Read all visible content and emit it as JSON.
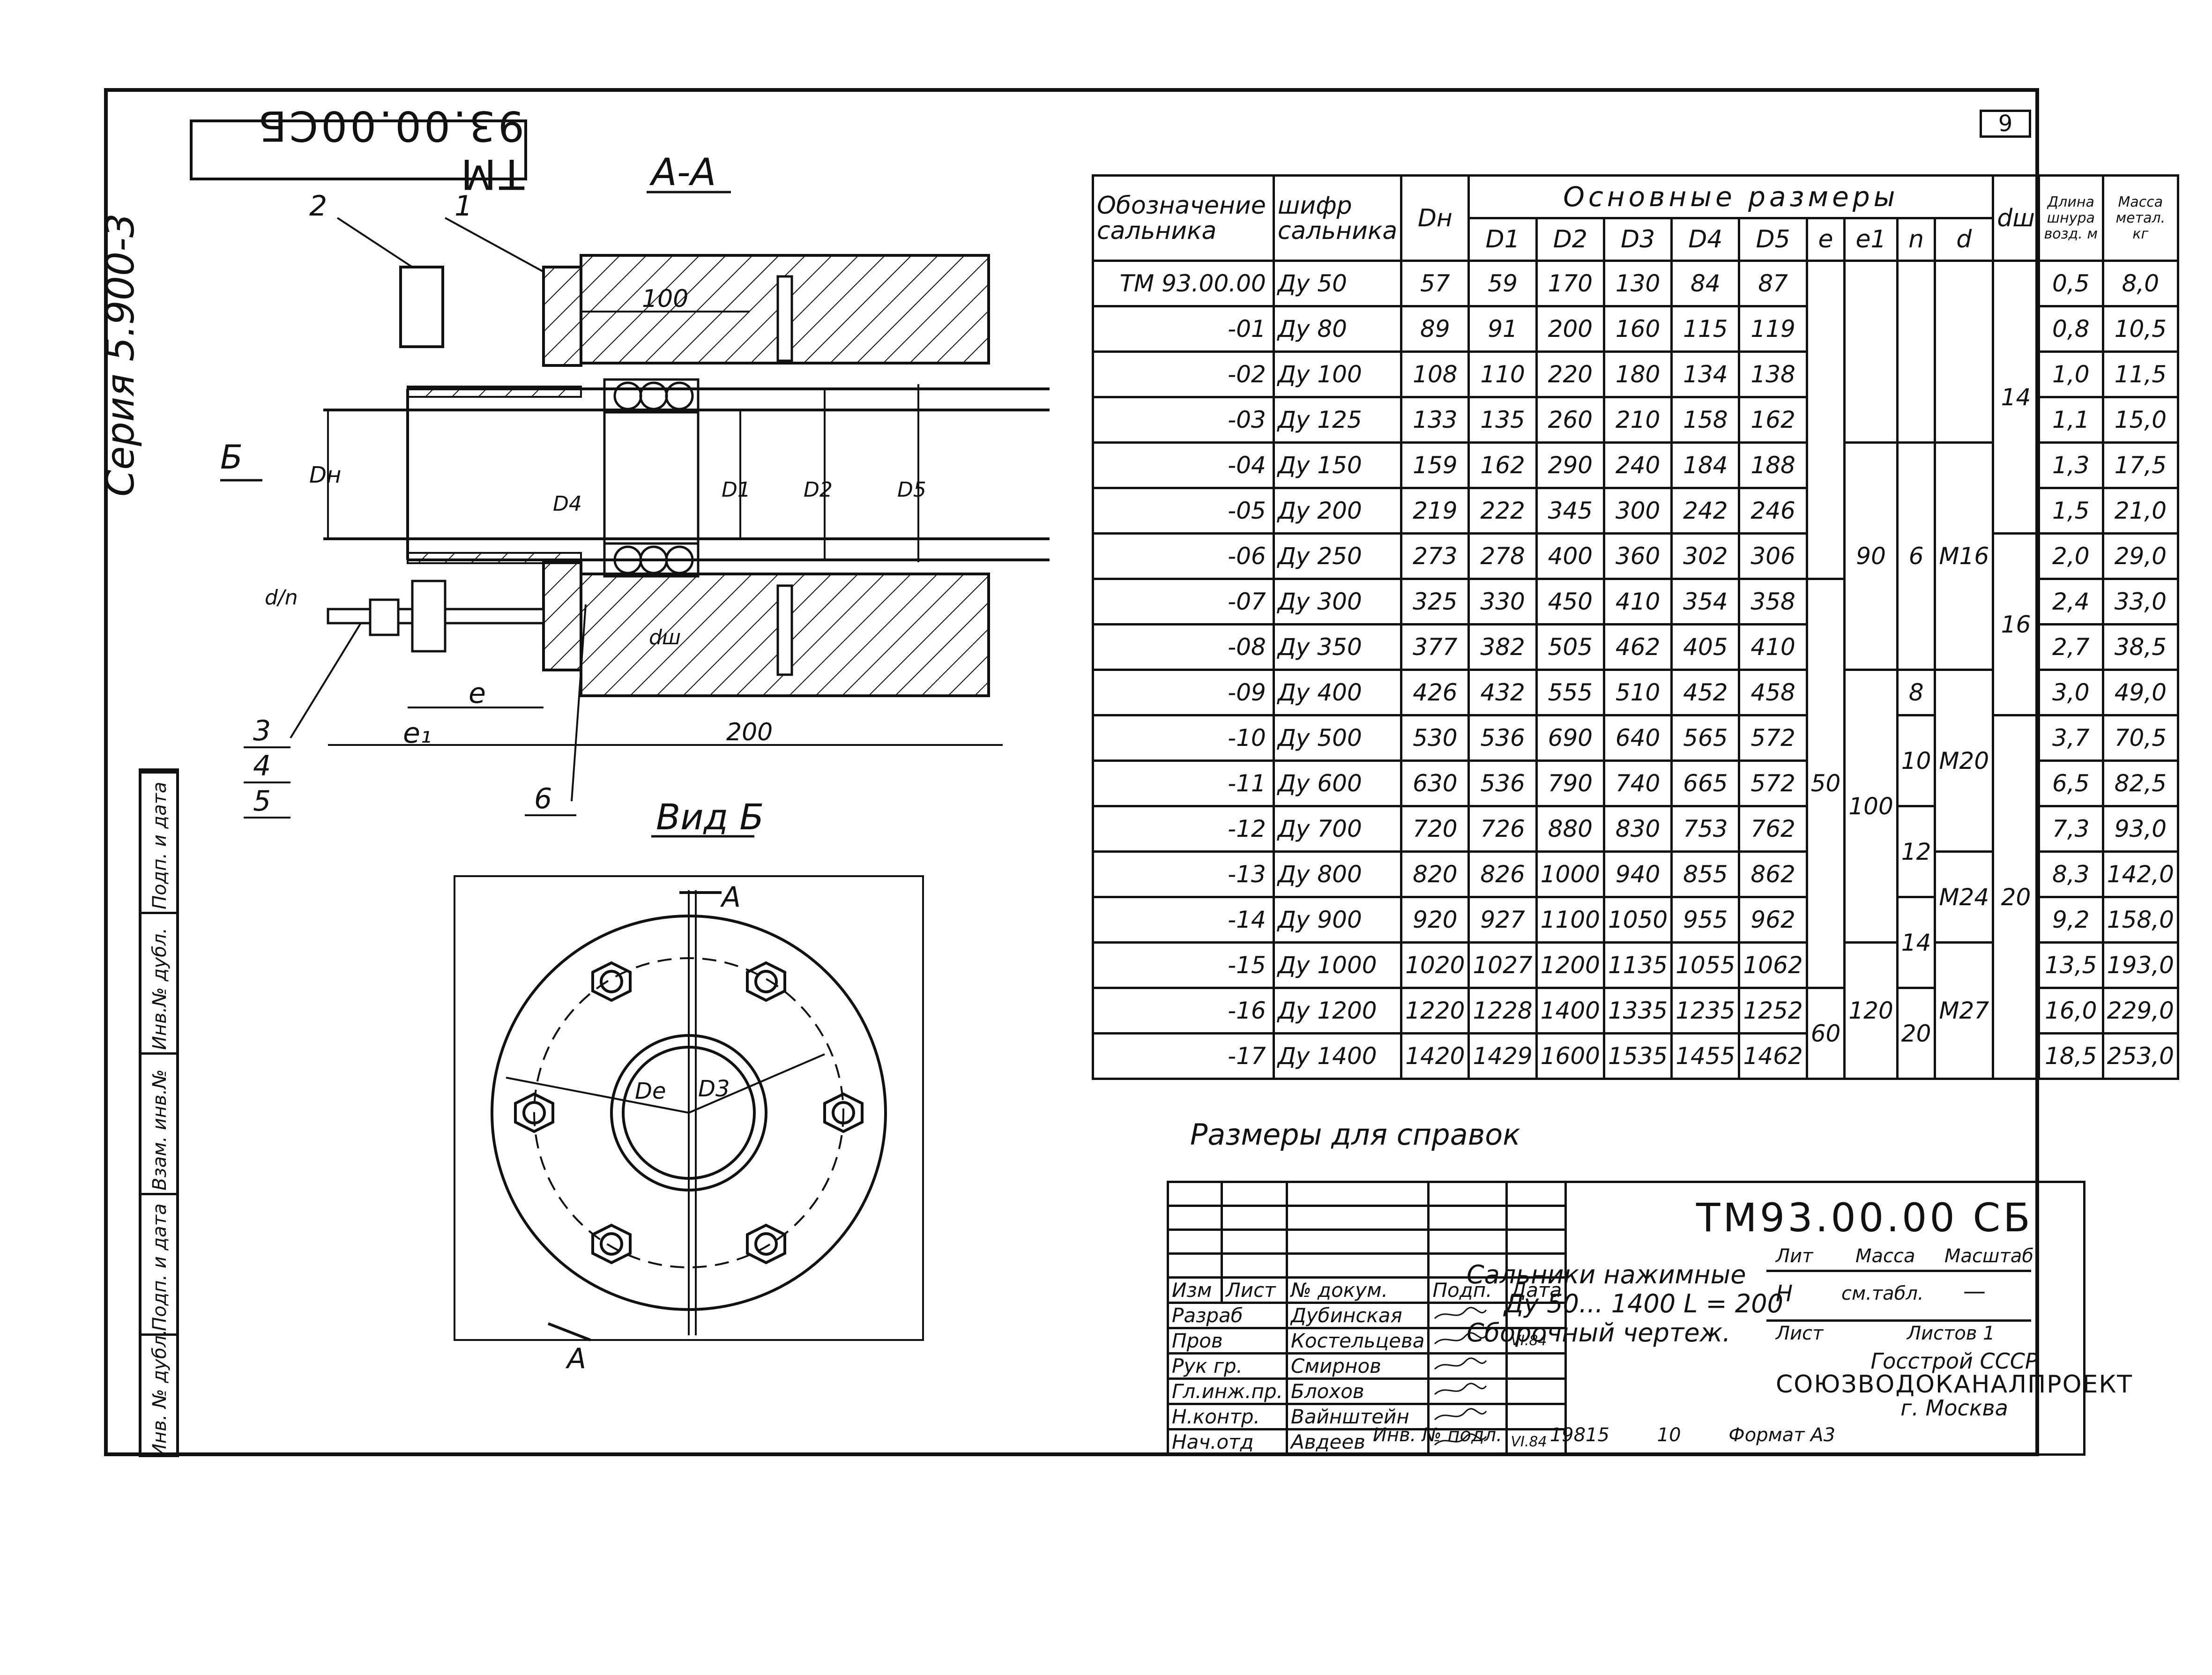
{
  "header": {
    "doc_code_rotated": "ТМ 93.00.00СБ",
    "series": "Серия 5.900-3",
    "sheet_number": "9"
  },
  "drawing": {
    "section_label": "А-А",
    "view_label": "Вид Б",
    "arrow_label_b": "Б",
    "arrow_label_a": "А",
    "callouts": [
      "2",
      "1",
      "3",
      "4",
      "5",
      "6"
    ],
    "dims": {
      "d100": "100",
      "d200": "200",
      "e": "е",
      "e1": "е₁",
      "dn": "Dн",
      "d4": "D4",
      "d1": "D1",
      "d2": "D2",
      "d5": "D5",
      "dsh": "dш",
      "d_over_n": "d/n",
      "de": "Dе",
      "d3": "D3"
    }
  },
  "spec_table": {
    "headers": {
      "designation": "Обозначение сальника",
      "cipher": "шифр сальника",
      "dn": "Dн",
      "main_dims": "Основные размеры",
      "d1": "D1",
      "d2": "D2",
      "d3": "D3",
      "d4": "D4",
      "d5": "D5",
      "e": "е",
      "e1": "е1",
      "n": "n",
      "d": "d",
      "dw": "dш",
      "length": "Длина шнура возд. м",
      "mass": "Масса метал. кг"
    },
    "rows": [
      {
        "des": "ТМ 93.00.00",
        "cip": "Ду 50",
        "dn": "57",
        "d1": "59",
        "d2": "170",
        "d3": "130",
        "d4": "84",
        "d5": "87",
        "len": "0,5",
        "mass": "8,0"
      },
      {
        "des": "-01",
        "cip": "Ду 80",
        "dn": "89",
        "d1": "91",
        "d2": "200",
        "d3": "160",
        "d4": "115",
        "d5": "119",
        "len": "0,8",
        "mass": "10,5"
      },
      {
        "des": "-02",
        "cip": "Ду 100",
        "dn": "108",
        "d1": "110",
        "d2": "220",
        "d3": "180",
        "d4": "134",
        "d5": "138",
        "len": "1,0",
        "mass": "11,5"
      },
      {
        "des": "-03",
        "cip": "Ду 125",
        "dn": "133",
        "d1": "135",
        "d2": "260",
        "d3": "210",
        "d4": "158",
        "d5": "162",
        "len": "1,1",
        "mass": "15,0"
      },
      {
        "des": "-04",
        "cip": "Ду 150",
        "dn": "159",
        "d1": "162",
        "d2": "290",
        "d3": "240",
        "d4": "184",
        "d5": "188",
        "len": "1,3",
        "mass": "17,5"
      },
      {
        "des": "-05",
        "cip": "Ду 200",
        "dn": "219",
        "d1": "222",
        "d2": "345",
        "d3": "300",
        "d4": "242",
        "d5": "246",
        "len": "1,5",
        "mass": "21,0"
      },
      {
        "des": "-06",
        "cip": "Ду 250",
        "dn": "273",
        "d1": "278",
        "d2": "400",
        "d3": "360",
        "d4": "302",
        "d5": "306",
        "len": "2,0",
        "mass": "29,0"
      },
      {
        "des": "-07",
        "cip": "Ду 300",
        "dn": "325",
        "d1": "330",
        "d2": "450",
        "d3": "410",
        "d4": "354",
        "d5": "358",
        "len": "2,4",
        "mass": "33,0"
      },
      {
        "des": "-08",
        "cip": "Ду 350",
        "dn": "377",
        "d1": "382",
        "d2": "505",
        "d3": "462",
        "d4": "405",
        "d5": "410",
        "len": "2,7",
        "mass": "38,5"
      },
      {
        "des": "-09",
        "cip": "Ду 400",
        "dn": "426",
        "d1": "432",
        "d2": "555",
        "d3": "510",
        "d4": "452",
        "d5": "458",
        "len": "3,0",
        "mass": "49,0"
      },
      {
        "des": "-10",
        "cip": "Ду 500",
        "dn": "530",
        "d1": "536",
        "d2": "690",
        "d3": "640",
        "d4": "565",
        "d5": "572",
        "len": "3,7",
        "mass": "70,5"
      },
      {
        "des": "-11",
        "cip": "Ду 600",
        "dn": "630",
        "d1": "536",
        "d2": "790",
        "d3": "740",
        "d4": "665",
        "d5": "572",
        "len": "6,5",
        "mass": "82,5"
      },
      {
        "des": "-12",
        "cip": "Ду 700",
        "dn": "720",
        "d1": "726",
        "d2": "880",
        "d3": "830",
        "d4": "753",
        "d5": "762",
        "len": "7,3",
        "mass": "93,0"
      },
      {
        "des": "-13",
        "cip": "Ду 800",
        "dn": "820",
        "d1": "826",
        "d2": "1000",
        "d3": "940",
        "d4": "855",
        "d5": "862",
        "len": "8,3",
        "mass": "142,0"
      },
      {
        "des": "-14",
        "cip": "Ду 900",
        "dn": "920",
        "d1": "927",
        "d2": "1100",
        "d3": "1050",
        "d4": "955",
        "d5": "962",
        "len": "9,2",
        "mass": "158,0"
      },
      {
        "des": "-15",
        "cip": "Ду 1000",
        "dn": "1020",
        "d1": "1027",
        "d2": "1200",
        "d3": "1135",
        "d4": "1055",
        "d5": "1062",
        "len": "13,5",
        "mass": "193,0"
      },
      {
        "des": "-16",
        "cip": "Ду 1200",
        "dn": "1220",
        "d1": "1228",
        "d2": "1400",
        "d3": "1335",
        "d4": "1235",
        "d5": "1252",
        "len": "16,0",
        "mass": "229,0"
      },
      {
        "des": "-17",
        "cip": "Ду 1400",
        "dn": "1420",
        "d1": "1429",
        "d2": "1600",
        "d3": "1535",
        "d4": "1455",
        "d5": "1462",
        "len": "18,5",
        "mass": "253,0"
      }
    ],
    "merged": {
      "e_50": "50",
      "e_60": "60",
      "e1_90": "90",
      "e1_100": "100",
      "e1_120": "120",
      "n_6": "6",
      "n_8": "8",
      "n_10": "10",
      "n_12": "12",
      "n_14": "14",
      "n_20": "20",
      "d_m16": "М16",
      "d_m20": "М20",
      "d_m24": "М24",
      "d_m27": "М27",
      "dw_14": "14",
      "dw_16": "16",
      "dw_20": "20"
    }
  },
  "reference_note": "Размеры для справок",
  "title_block": {
    "code": "ТМ93.00.00 СБ",
    "title_lines": [
      "Сальники нажимные",
      "Ду 50... 1400  L = 200",
      "Сборочный  чертеж."
    ],
    "cols": [
      "Изм",
      "Лист",
      "№ докум.",
      "Подп.",
      "Дата"
    ],
    "people": [
      {
        "role": "Разраб",
        "name": "Дубинская"
      },
      {
        "role": "Пров",
        "name": "Костельцева"
      },
      {
        "role": "Рук гр.",
        "name": "Смирнов"
      },
      {
        "role": "Гл.инж.пр.",
        "name": "Блохов"
      },
      {
        "role": "Н.контр.",
        "name": "Вайнштейн"
      },
      {
        "role": "Нач.отд",
        "name": "Авдеев"
      }
    ],
    "date_short": "VI.84",
    "lit_label": "Лит",
    "mass_label": "Масса",
    "scale_label": "Масштаб",
    "lit_value": "Н",
    "mass_value": "см.табл.",
    "scale_value": "—",
    "sheet_label": "Лист",
    "sheets_label": "Листов 1",
    "org_top": "Госстрой СССР",
    "org_main": "СОЮЗВОДОКАНАЛПРОЕКТ",
    "org_city": "г. Москва"
  },
  "footer": {
    "text1": "Инв. № подл.",
    "text2": "19815",
    "text3": "10",
    "text4": "Формат А3"
  },
  "sidebar_labels": [
    "Инв. № дубл.",
    "Подп. и дата",
    "Взам. инв.№",
    "Инв.№ дубл.",
    "Подп. и дата"
  ]
}
